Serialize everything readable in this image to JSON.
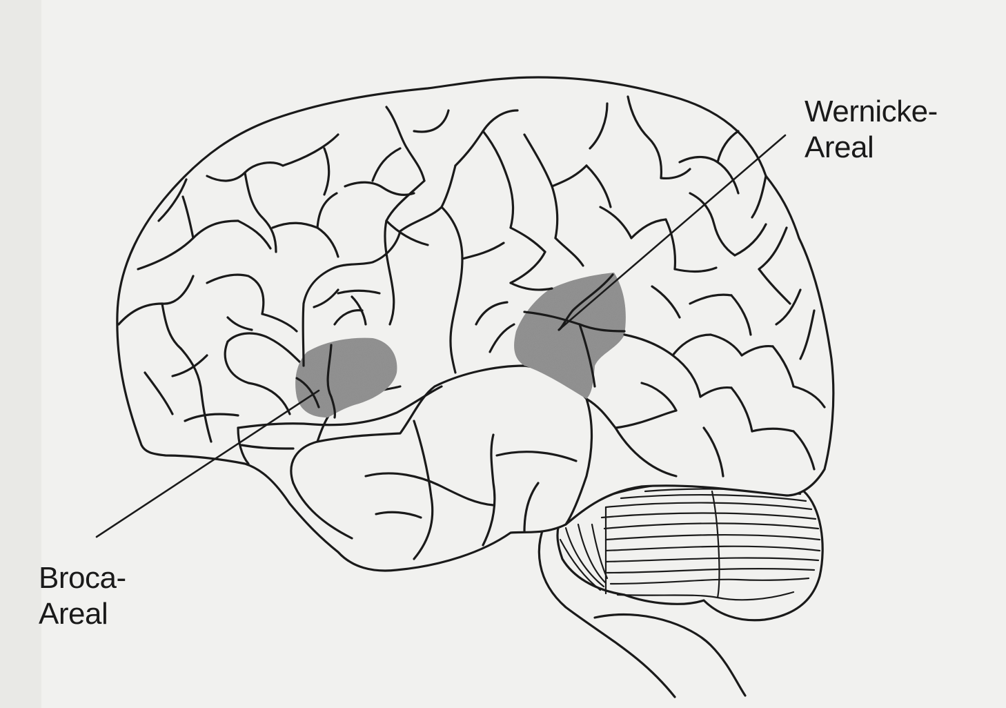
{
  "labels": {
    "wernicke": {
      "line1": "Wernicke-",
      "line2": "Areal"
    },
    "broca": {
      "line1": "Broca-",
      "line2": "Areal"
    }
  },
  "colors": {
    "paper": "#f1f1ef",
    "ink": "#1a1a1a",
    "shade": "#8a8a8a"
  }
}
